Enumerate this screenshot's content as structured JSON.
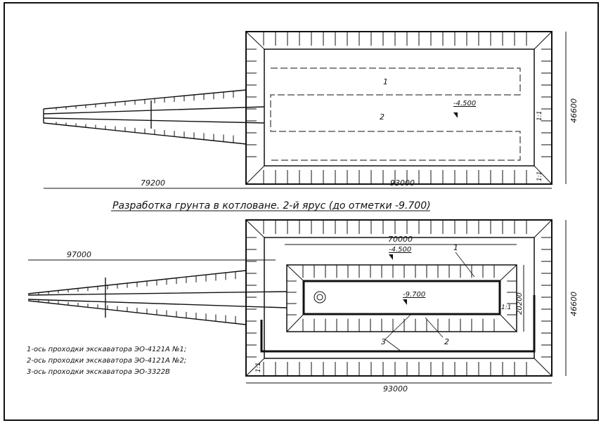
{
  "top_plan": {
    "dims": {
      "ramp_length": "79200",
      "pit_length": "93000",
      "pit_width": "46600"
    },
    "axis_labels": [
      "1",
      "2"
    ],
    "elevation": "-4.500",
    "slopes": [
      "1:1",
      "1:1"
    ]
  },
  "section_title": "Разработка грунта в котловане. 2-й ярус (до отметки -9.700)",
  "bottom_plan": {
    "dims": {
      "ramp_length": "97000",
      "inner_length": "70000",
      "inner_width": "20200",
      "pit_width": "46600",
      "pit_length": "93000"
    },
    "elevations": [
      "-4.500",
      "-9.700"
    ],
    "axis_labels": [
      "1",
      "2",
      "3"
    ],
    "slopes": [
      "1:1",
      "1:1"
    ]
  },
  "legend": [
    "1-ось проходки экскаватора ЭО-4121А №1;",
    "2-ось проходки экскаватора ЭО-4121А №2;",
    "3-ось проходки экскаватора ЭО-3322В"
  ]
}
